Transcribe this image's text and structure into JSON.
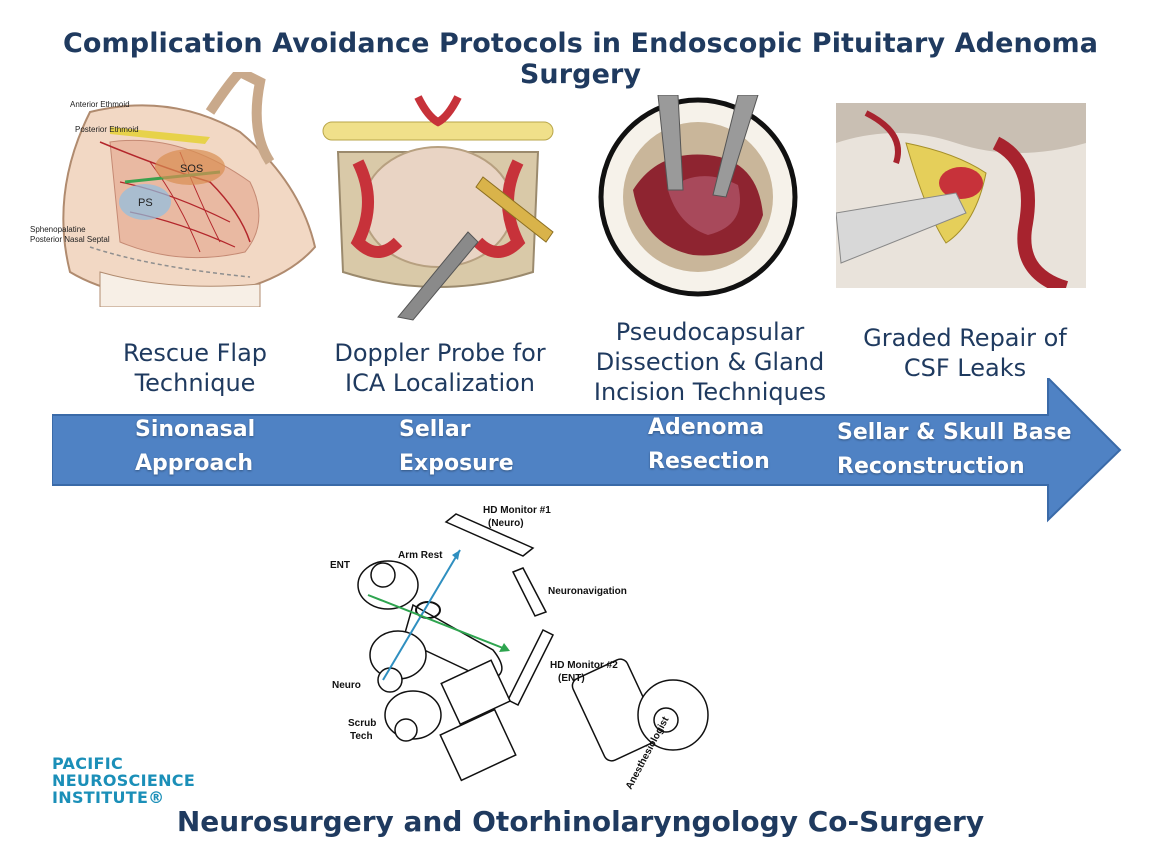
{
  "title": "Complication Avoidance Protocols in Endoscopic Pituitary Adenoma Surgery",
  "panels": [
    {
      "caption_lines": [
        "Rescue Flap",
        "Technique"
      ],
      "labels": [
        "Anterior Ethmoid",
        "Posterior Ethmoid",
        "SOS",
        "PS",
        "Sphenopalatine",
        "Posterior Nasal Septal"
      ]
    },
    {
      "caption_lines": [
        "Doppler Probe for",
        "ICA Localization"
      ]
    },
    {
      "caption_lines": [
        "Pseudocapsular",
        "Dissection & Gland",
        "Incision Techniques"
      ]
    },
    {
      "caption_lines": [
        "Graded Repair of",
        "CSF Leaks"
      ]
    }
  ],
  "arrow": {
    "color": "#4f82c4",
    "stages": [
      {
        "lines": [
          "Sinonasal",
          "Approach"
        ]
      },
      {
        "lines": [
          "Sellar",
          "Exposure"
        ]
      },
      {
        "lines": [
          "Adenoma",
          "Resection"
        ]
      },
      {
        "lines": [
          "Sellar & Skull Base",
          "Reconstruction"
        ]
      }
    ]
  },
  "or_diagram": {
    "labels": {
      "hd_monitor_1": [
        "HD Monitor #1",
        "(Neuro)"
      ],
      "arm_rest": "Arm Rest",
      "ent": "ENT",
      "neuronavigation": "Neuronavigation",
      "hd_monitor_2": [
        "HD Monitor #2",
        "(ENT)"
      ],
      "neuro": "Neuro",
      "scrub_tech": [
        "Scrub",
        "Tech"
      ],
      "anesthesiologist": "Anesthesiologist"
    }
  },
  "logo": {
    "lines": [
      "PACIFIC",
      "NEUROSCIENCE",
      "INSTITUTE®"
    ],
    "color": "#1b8fb8"
  },
  "footer": "Neurosurgery and Otorhinolaryngology Co-Surgery"
}
